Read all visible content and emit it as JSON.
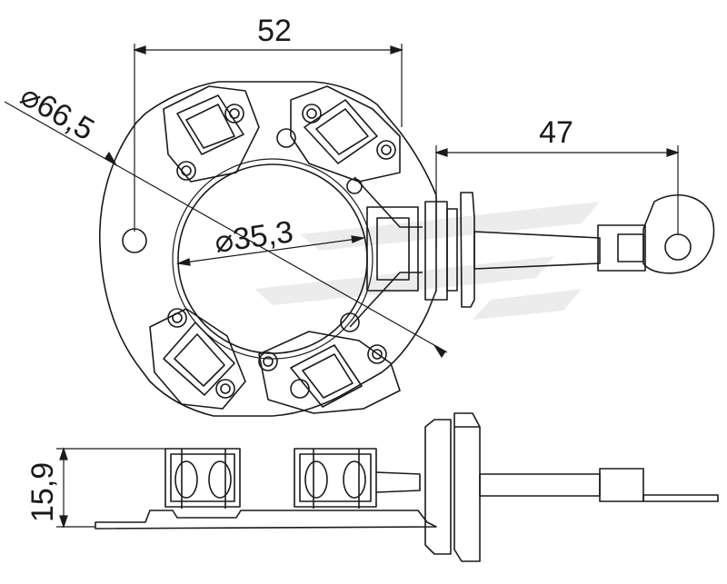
{
  "dimensions": {
    "width_label": "52",
    "outer_diameter_label": "⌀66,5",
    "inner_diameter_label": "⌀35,3",
    "terminal_length_label": "47",
    "height_label": "15,9"
  },
  "colors": {
    "line": "#1a1a1a",
    "watermark": "#e6e6e6",
    "background": "#ffffff"
  }
}
